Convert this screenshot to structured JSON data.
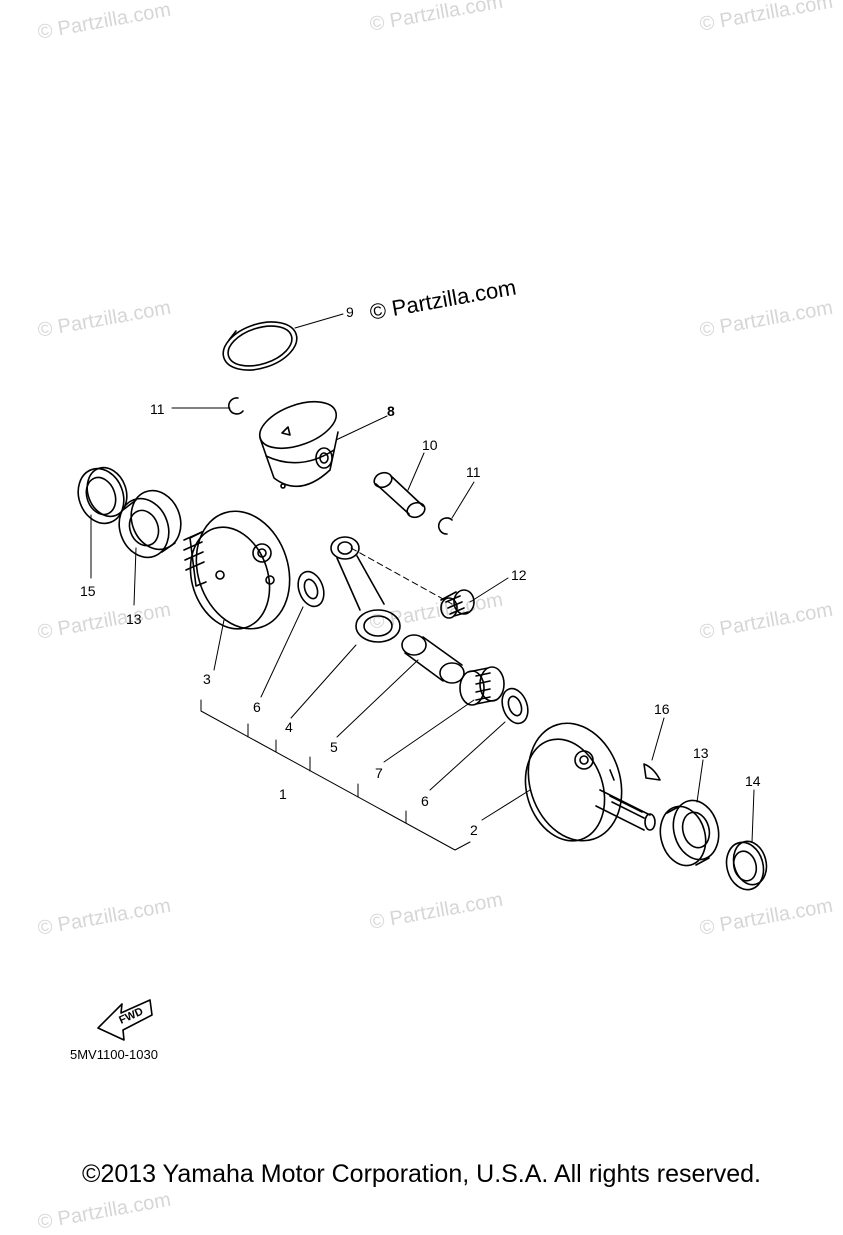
{
  "watermark_text": "© Partzilla.com",
  "watermark_main": "© Partzilla.com",
  "callouts": [
    {
      "id": "9",
      "label": "9"
    },
    {
      "id": "8",
      "label": "8"
    },
    {
      "id": "11a",
      "label": "11"
    },
    {
      "id": "10",
      "label": "10"
    },
    {
      "id": "11b",
      "label": "11"
    },
    {
      "id": "15",
      "label": "15"
    },
    {
      "id": "13a",
      "label": "13"
    },
    {
      "id": "12",
      "label": "12"
    },
    {
      "id": "3",
      "label": "3"
    },
    {
      "id": "6a",
      "label": "6"
    },
    {
      "id": "4",
      "label": "4"
    },
    {
      "id": "5",
      "label": "5"
    },
    {
      "id": "1",
      "label": "1"
    },
    {
      "id": "7",
      "label": "7"
    },
    {
      "id": "6b",
      "label": "6"
    },
    {
      "id": "2",
      "label": "2"
    },
    {
      "id": "16",
      "label": "16"
    },
    {
      "id": "13b",
      "label": "13"
    },
    {
      "id": "14",
      "label": "14"
    }
  ],
  "fwd_label": "FWD",
  "diagram_code": "5MV1100-1030",
  "copyright": "©2013 Yamaha Motor Corporation, U.S.A. All rights reserved."
}
